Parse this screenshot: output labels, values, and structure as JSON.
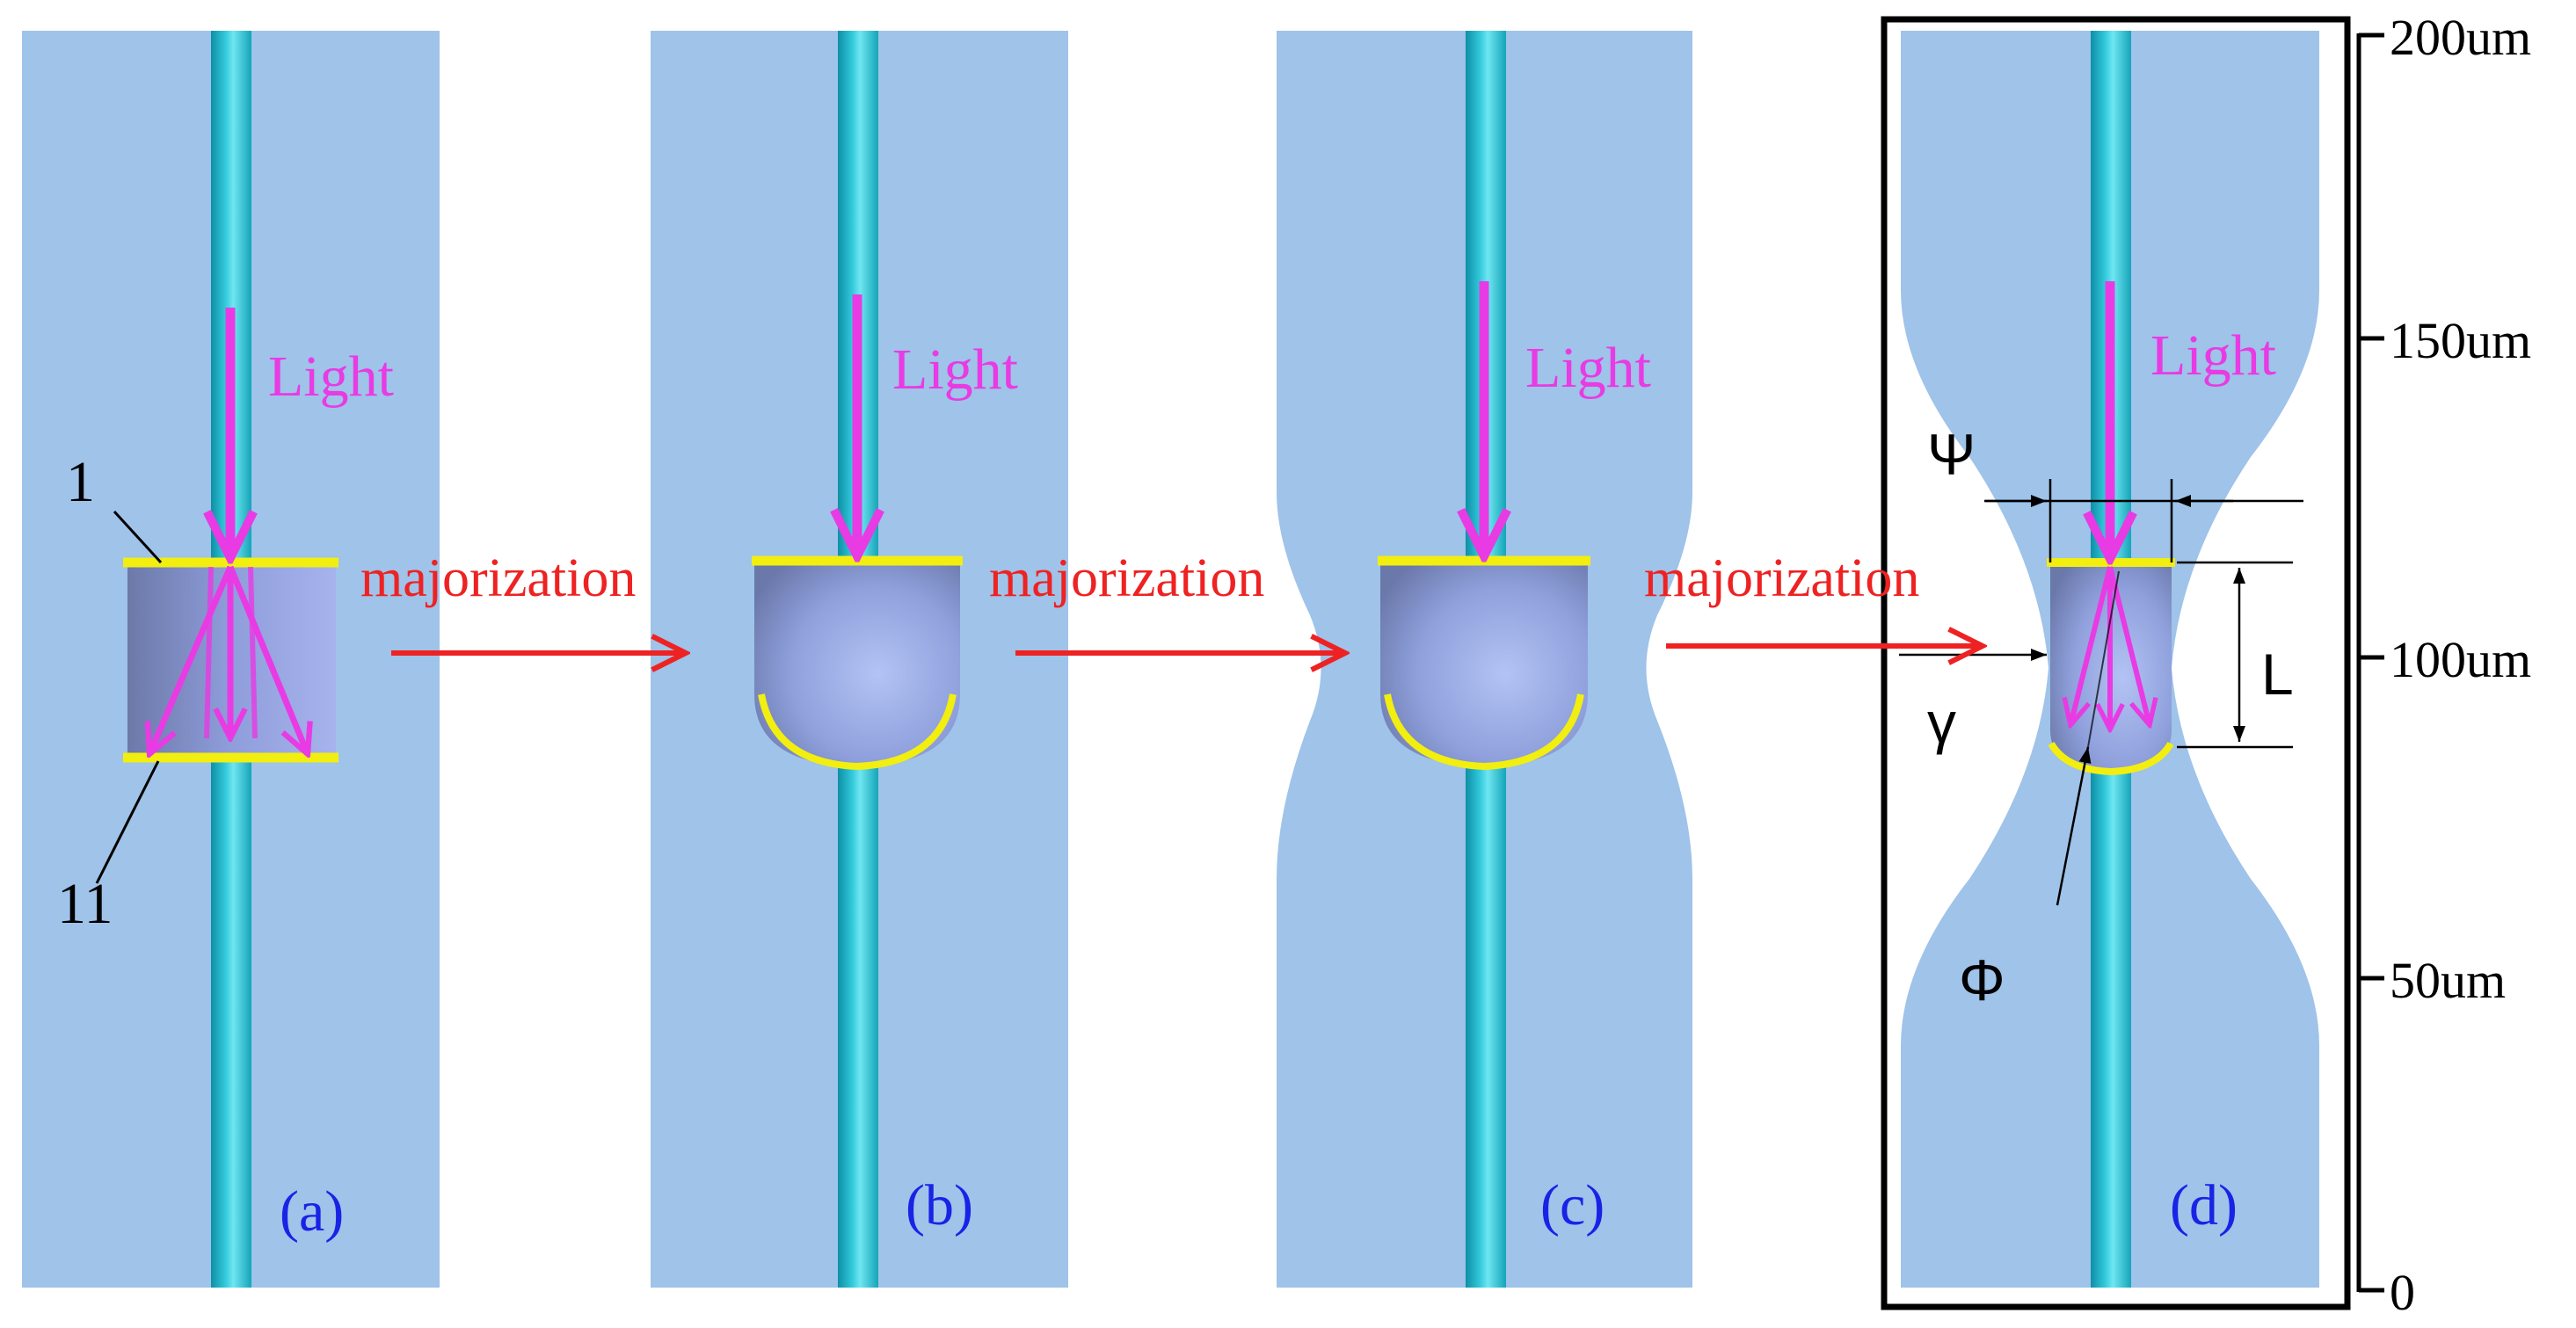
{
  "colors": {
    "fiber": "#9fc3e9",
    "core": "#1ab2c8",
    "core_highlight": "#5fe0ee",
    "light_arrow": "#e83be3",
    "flow_arrow": "#ee2222",
    "mirror": "#f2ee10",
    "lens": "#8a9ad8",
    "subfig_label": "#1a22e6",
    "annotation": "#000000"
  },
  "panels": [
    {
      "id": "a",
      "label": "(a)",
      "light": "Light",
      "part_labels": [
        "1",
        "11"
      ]
    },
    {
      "id": "b",
      "label": "(b)",
      "light": "Light"
    },
    {
      "id": "c",
      "label": "(c)",
      "light": "Light"
    },
    {
      "id": "d",
      "label": "(d)",
      "light": "Light",
      "symbols": [
        "Ψ",
        "γ",
        "L",
        "Φ"
      ]
    }
  ],
  "transitions": [
    "majorization",
    "majorization",
    "majorization"
  ],
  "scale": {
    "unit": "um",
    "ticks": [
      "200um",
      "150um",
      "100um",
      "50um",
      "0"
    ]
  }
}
